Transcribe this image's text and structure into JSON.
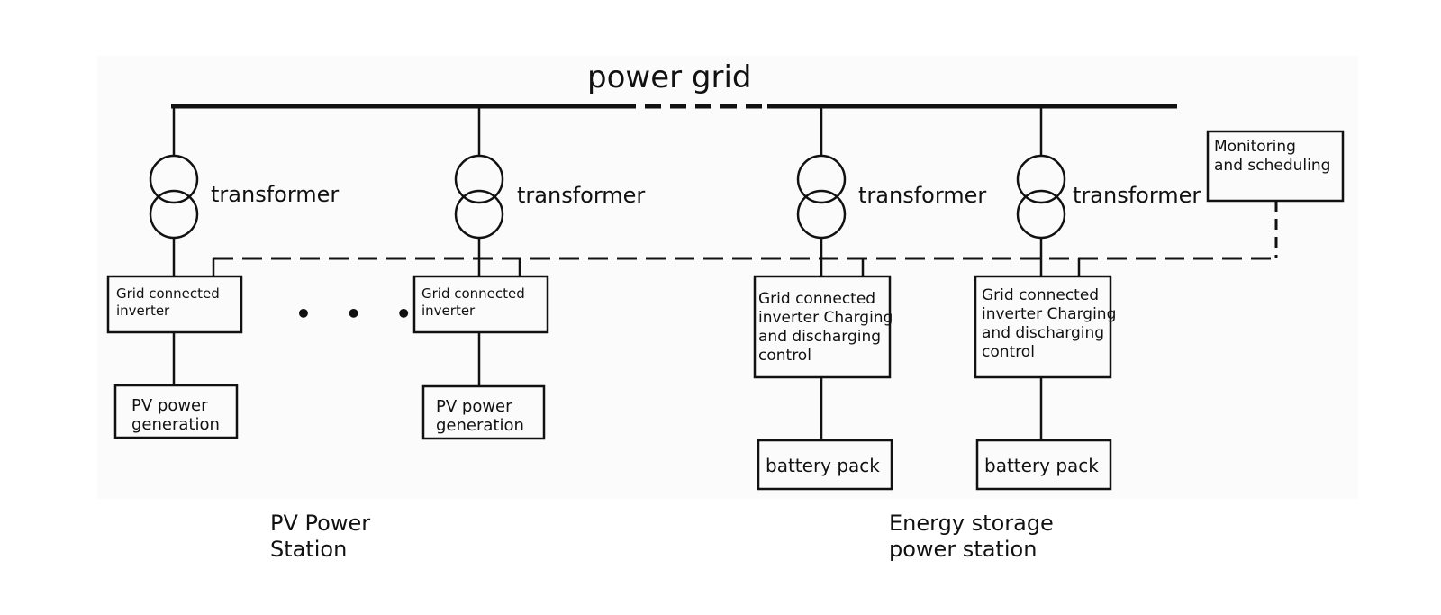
{
  "power_grid": {
    "label": "power grid"
  },
  "transformers": [
    {
      "label": "transformer"
    },
    {
      "label": "transformer"
    },
    {
      "label": "transformer"
    },
    {
      "label": "transformer"
    }
  ],
  "monitoring": {
    "label": "Monitoring\nand scheduling"
  },
  "pv_inverters": [
    {
      "label": "Grid connected\ninverter"
    },
    {
      "label": "Grid connected\ninverter"
    }
  ],
  "ellipsis": "• • •",
  "pv_generation": [
    {
      "label": "PV power\ngeneration"
    },
    {
      "label": "PV power\ngeneration"
    }
  ],
  "storage_inverters": [
    {
      "label": "Grid connected\ninverter Charging\nand discharging\ncontrol"
    },
    {
      "label": "Grid connected\ninverter Charging\nand discharging\ncontrol"
    }
  ],
  "battery_packs": [
    {
      "label": "battery pack"
    },
    {
      "label": "battery pack"
    }
  ],
  "stations": {
    "pv": "PV Power\nStation",
    "storage": "Energy storage\npower station"
  }
}
